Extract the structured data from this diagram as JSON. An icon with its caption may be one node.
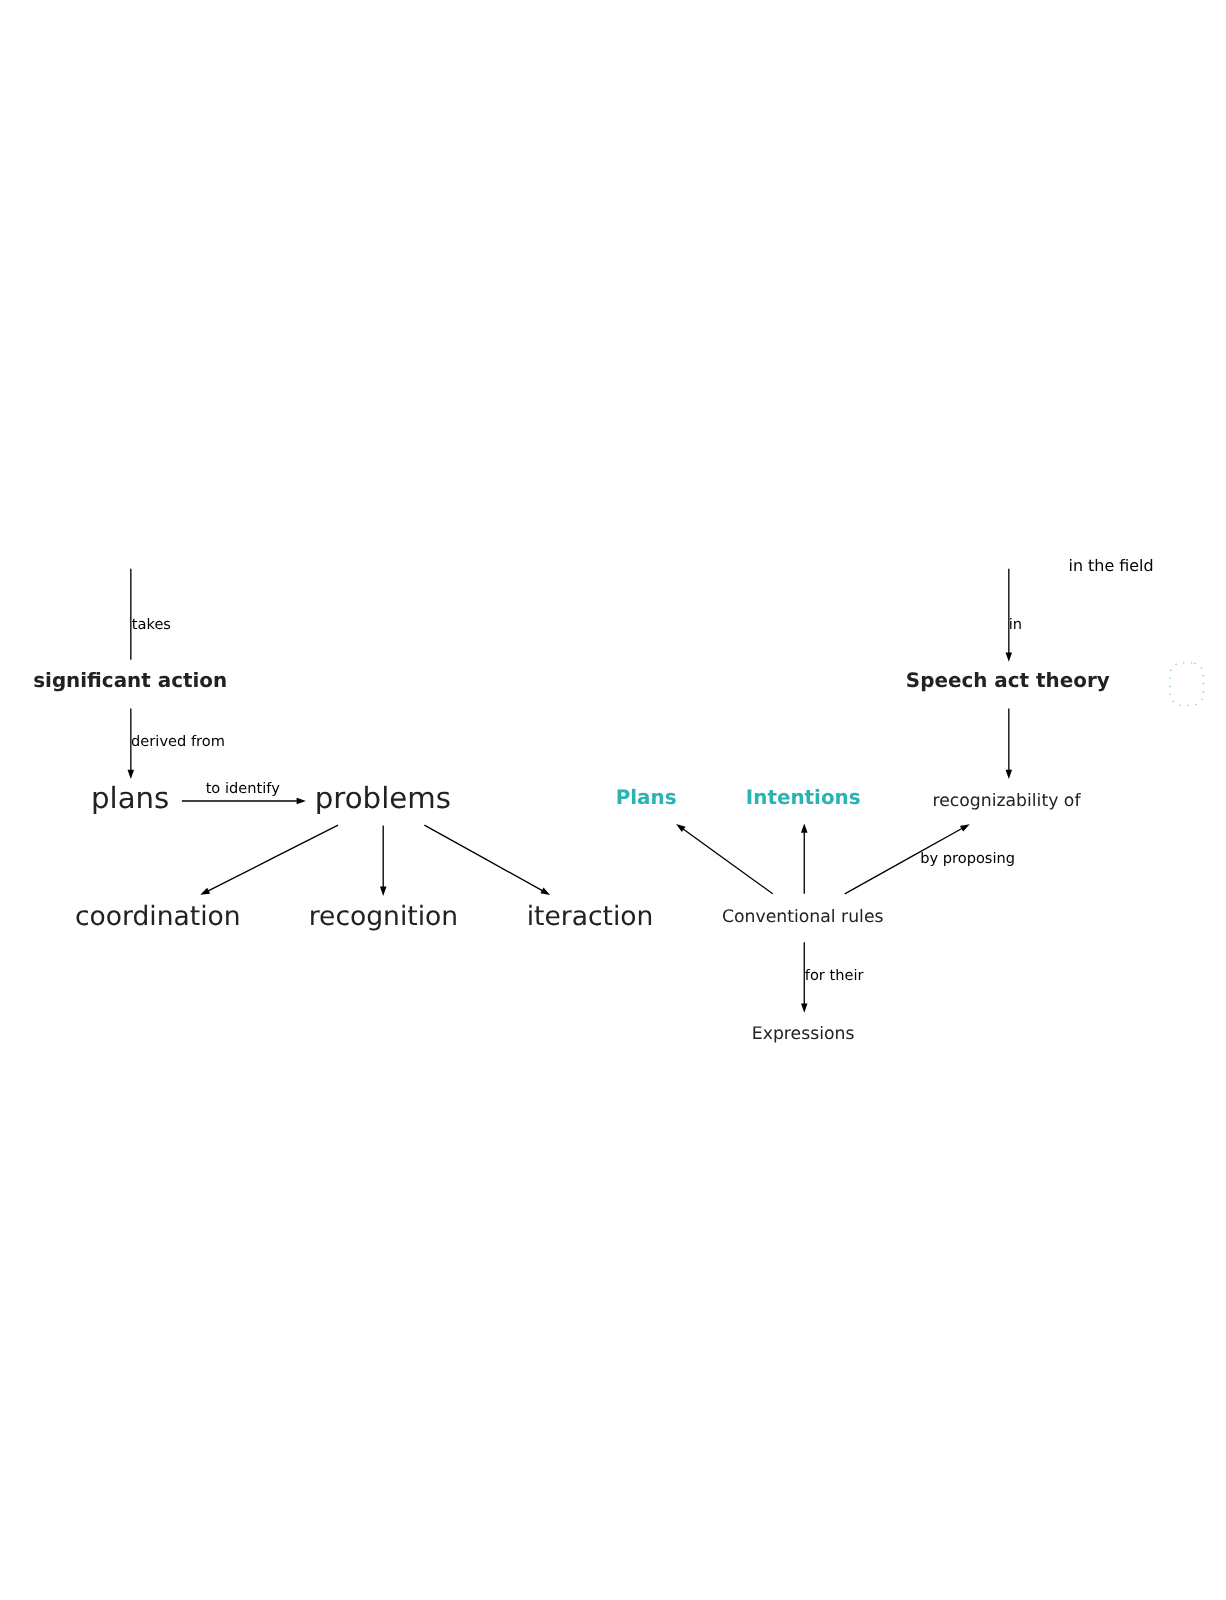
{
  "diagram": {
    "nodes": [
      {
        "text": [
          "significant action"
        ]
      },
      {
        "text": [
          "Speech act theory"
        ]
      },
      {
        "text": [
          "recognizability of"
        ]
      },
      {
        "text": [
          "Plans"
        ]
      },
      {
        "text": [
          "Intentions"
        ]
      },
      {
        "text": [
          "Conventional rules"
        ]
      },
      {
        "text": [
          "Expressions"
        ]
      },
      {
        "text": [
          "plans"
        ]
      },
      {
        "text": [
          "problems"
        ]
      },
      {
        "text": [
          "coordination"
        ]
      },
      {
        "text": [
          "recognition"
        ]
      },
      {
        "text": [
          "iteraction"
        ]
      },
      {
        "text": [],
        "shape": "box"
      }
    ],
    "edges": [
      {
        "from": null,
        "to": 0,
        "arrow": "none",
        "label": "takes"
      },
      {
        "from": null,
        "to": 1,
        "arrow": "to",
        "label": "in"
      },
      {
        "from": 1,
        "to": 2,
        "arrow": "to"
      },
      {
        "from": 5,
        "to": 2,
        "arrow": "to",
        "label": "by proposing"
      },
      {
        "from": 5,
        "to": 3,
        "arrow": "to"
      },
      {
        "from": 5,
        "to": 4,
        "arrow": "to"
      },
      {
        "from": 5,
        "to": 6,
        "arrow": "to",
        "label": "for their"
      },
      {
        "from": 0,
        "to": 7,
        "arrow": "to",
        "label": "derived from"
      },
      {
        "from": 7,
        "to": 8,
        "arrow": "to",
        "label": "to identify"
      },
      {
        "from": 8,
        "to": 9,
        "arrow": "to"
      },
      {
        "from": 8,
        "to": 10,
        "arrow": "to"
      },
      {
        "from": 8,
        "to": 11,
        "arrow": "to"
      }
    ],
    "labels": [
      "in the field"
    ]
  }
}
